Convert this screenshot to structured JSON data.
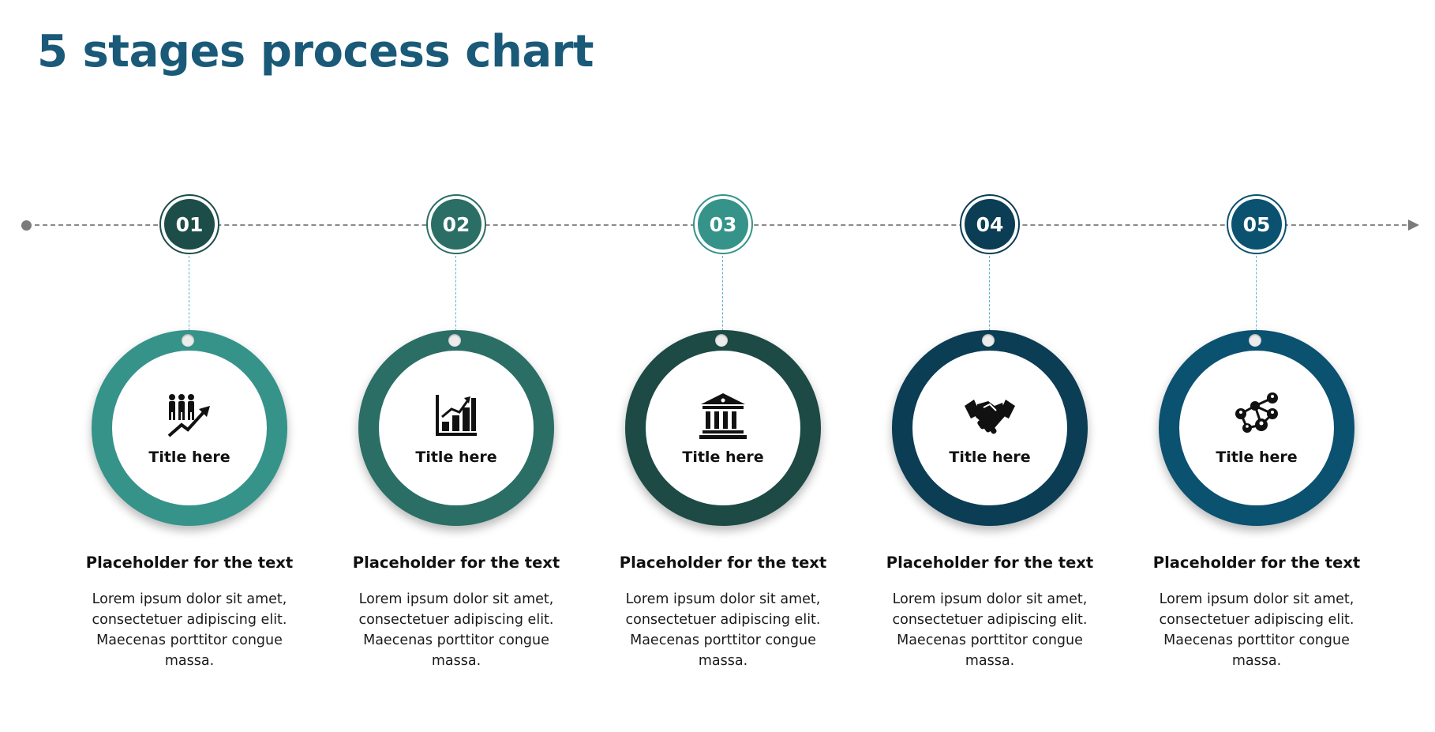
{
  "title": "5 stages process chart",
  "stages": [
    {
      "number": "01",
      "ring_label": "Title here",
      "heading": "Placeholder for the text",
      "body": "Lorem ipsum dolor sit amet, consectetuer adipiscing elit. Maecenas porttitor congue massa.",
      "icon": "people-growth-icon",
      "ring_color": "#35938a",
      "badge_color": "#1c4d49"
    },
    {
      "number": "02",
      "ring_label": "Title here",
      "heading": "Placeholder for the text",
      "body": "Lorem ipsum dolor sit amet, consectetuer adipiscing elit. Maecenas porttitor congue massa.",
      "icon": "bar-chart-icon",
      "ring_color": "#2b6e66",
      "badge_color": "#2b6e66"
    },
    {
      "number": "03",
      "ring_label": "Title here",
      "heading": "Placeholder for the text",
      "body": "Lorem ipsum dolor sit amet, consectetuer adipiscing elit. Maecenas porttitor congue massa.",
      "icon": "bank-building-icon",
      "ring_color": "#1d4a45",
      "badge_color": "#35938a"
    },
    {
      "number": "04",
      "ring_label": "Title here",
      "heading": "Placeholder for the text",
      "body": "Lorem ipsum dolor sit amet, consectetuer adipiscing elit. Maecenas porttitor congue massa.",
      "icon": "handshake-icon",
      "ring_color": "#0b3d55",
      "badge_color": "#0b3d55"
    },
    {
      "number": "05",
      "ring_label": "Title here",
      "heading": "Placeholder for the text",
      "body": "Lorem ipsum dolor sit amet, consectetuer adipiscing elit. Maecenas porttitor congue massa.",
      "icon": "network-nodes-icon",
      "ring_color": "#0b5170",
      "badge_color": "#0b5170"
    }
  ]
}
